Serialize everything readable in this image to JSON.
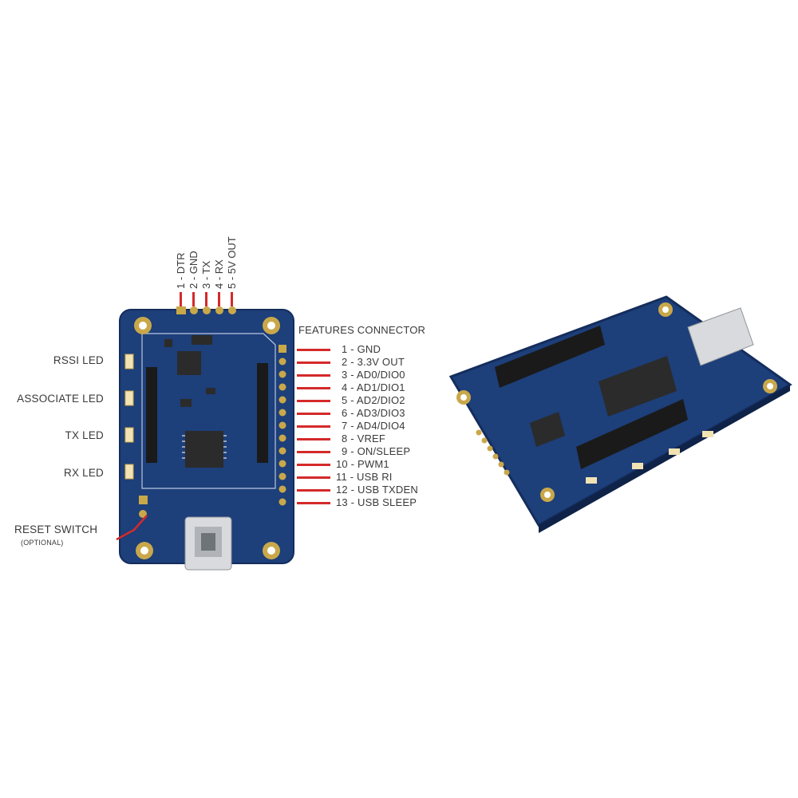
{
  "led_labels": [
    "RSSI LED",
    "ASSOCIATE LED",
    "TX LED",
    "RX LED"
  ],
  "reset": {
    "label": "RESET SWITCH",
    "note": "(OPTIONAL)"
  },
  "top_pins": [
    "1 - DTR",
    "2 - GND",
    "3 - TX",
    "4 - RX",
    "5 - 5V OUT"
  ],
  "features_title": "FEATURES CONNECTOR",
  "features_pins": [
    "1 - GND",
    "2 - 3.3V OUT",
    "3 - AD0/DIO0",
    "4 - AD1/DIO1",
    "5 - AD2/DIO2",
    "6 - AD3/DIO3",
    "7 - AD4/DIO4",
    "8 - VREF",
    "9 - ON/SLEEP",
    "10 - PWM1",
    "11 - USB RI",
    "12 - USB TXDEN",
    "13 - USB SLEEP"
  ],
  "colors": {
    "pcb": "#1d3f7a",
    "pcb_dark": "#142d5c",
    "lead": "#d42a2a",
    "gold": "#c9a84a",
    "header": "#1a1a1a"
  }
}
